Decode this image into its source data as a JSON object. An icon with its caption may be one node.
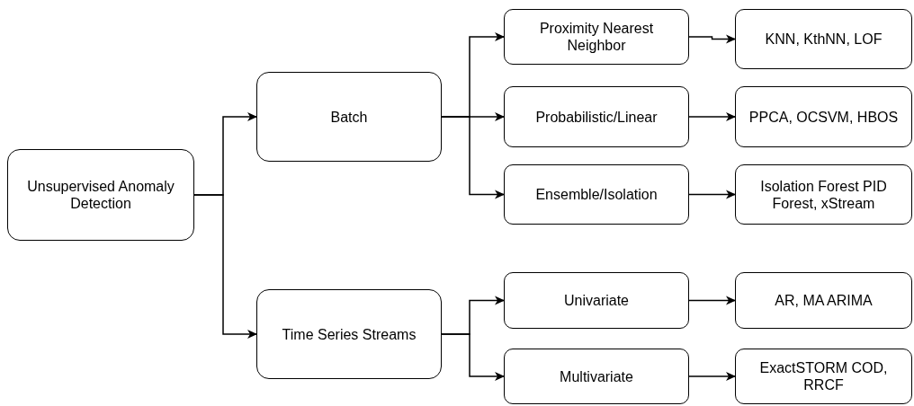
{
  "diagram": {
    "nodes": [
      {
        "text": [
          "Unsupervised Anomaly Detection"
        ]
      },
      {
        "text": [
          "Batch"
        ]
      },
      {
        "text": [
          "Time Series Streams"
        ]
      },
      {
        "text": [
          "Proximity Nearest Neighbor"
        ]
      },
      {
        "text": [
          "Probabilistic/Linear"
        ]
      },
      {
        "text": [
          "Ensemble/Isolation"
        ]
      },
      {
        "text": [
          "Univariate"
        ]
      },
      {
        "text": [
          "Multivariate"
        ]
      },
      {
        "text": [
          "KNN, KthNN, LOF"
        ]
      },
      {
        "text": [
          "PPCA, OCSVM, HBOS"
        ]
      },
      {
        "text": [
          "Isolation Forest PID Forest, xStream"
        ]
      },
      {
        "text": [
          "AR, MA ARIMA"
        ]
      },
      {
        "text": [
          "ExactSTORM COD, RRCF"
        ]
      }
    ],
    "edges": [
      {
        "from": 0,
        "to": 1,
        "arrow": "to"
      },
      {
        "from": 0,
        "to": 2,
        "arrow": "to"
      },
      {
        "from": 1,
        "to": 3,
        "arrow": "to"
      },
      {
        "from": 1,
        "to": 4,
        "arrow": "to"
      },
      {
        "from": 1,
        "to": 5,
        "arrow": "to"
      },
      {
        "from": 2,
        "to": 6,
        "arrow": "to"
      },
      {
        "from": 2,
        "to": 7,
        "arrow": "to"
      },
      {
        "from": 3,
        "to": 8,
        "arrow": "to"
      },
      {
        "from": 4,
        "to": 9,
        "arrow": "to"
      },
      {
        "from": 5,
        "to": 10,
        "arrow": "to"
      },
      {
        "from": 6,
        "to": 11,
        "arrow": "to"
      },
      {
        "from": 7,
        "to": 12,
        "arrow": "to"
      }
    ]
  }
}
